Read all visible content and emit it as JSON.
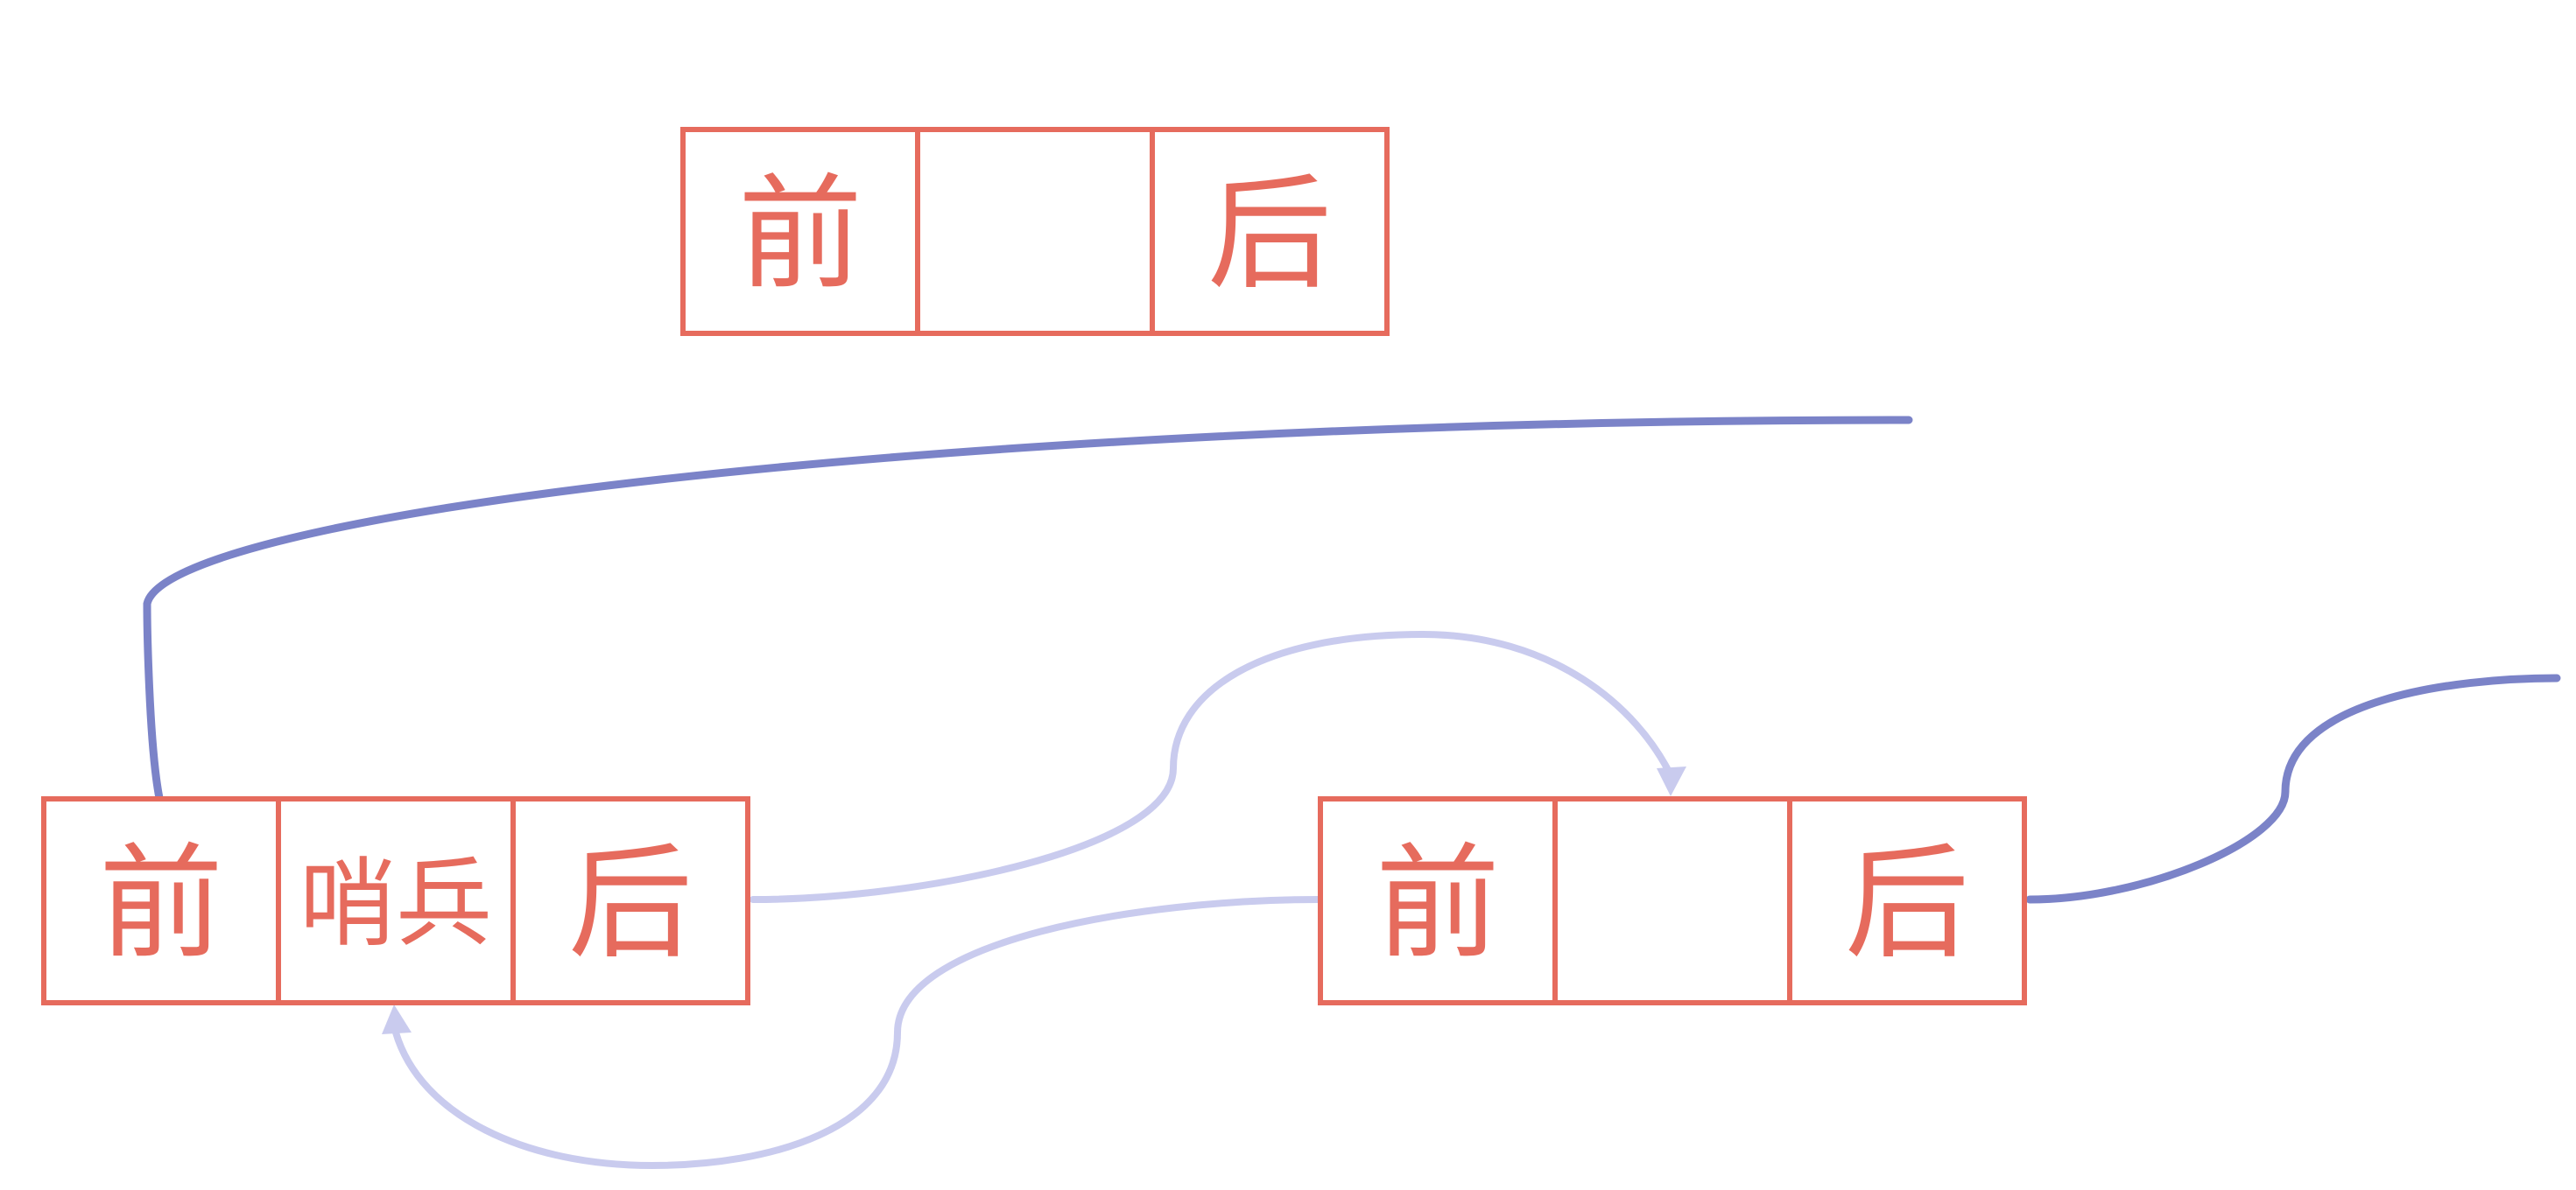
{
  "colors": {
    "node_border": "#e66b5d",
    "node_text": "#e66b5d",
    "outer_link": "#7b83c8",
    "inner_link": "#c9cbee"
  },
  "nodes": {
    "template": {
      "prev": "前",
      "data": "",
      "next": "后"
    },
    "sentinel": {
      "prev": "前",
      "data": "哨兵",
      "next": "后"
    },
    "node_1": {
      "prev": "前",
      "data": "",
      "next": "后"
    }
  }
}
